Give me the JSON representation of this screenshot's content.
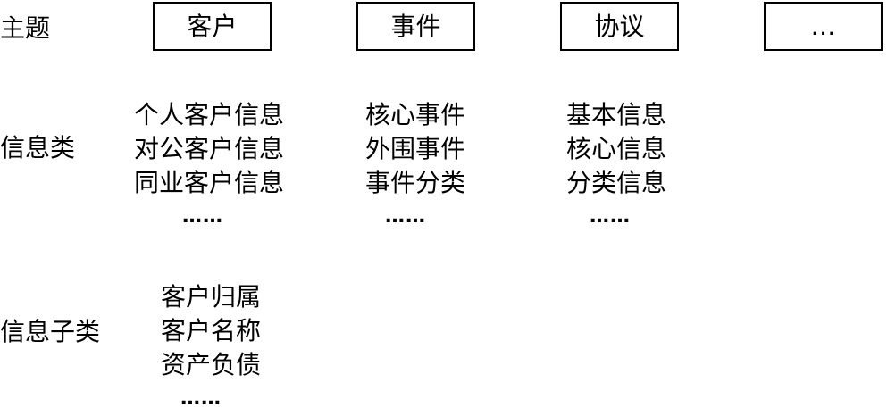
{
  "labels": {
    "theme": "主题",
    "info_class": "信息类",
    "info_subclass": "信息子类"
  },
  "themes": [
    "客户",
    "事件",
    "协议",
    "…"
  ],
  "info_class": {
    "customer": [
      "个人客户信息",
      "对公客户信息",
      "同业客户信息",
      "……"
    ],
    "event": [
      "核心事件",
      "外围事件",
      "事件分类",
      "……"
    ],
    "agreement": [
      "基本信息",
      "核心信息",
      "分类信息",
      "……"
    ]
  },
  "info_subclass": {
    "customer": [
      "客户归属",
      "客户名称",
      "资产负债",
      "……"
    ]
  }
}
